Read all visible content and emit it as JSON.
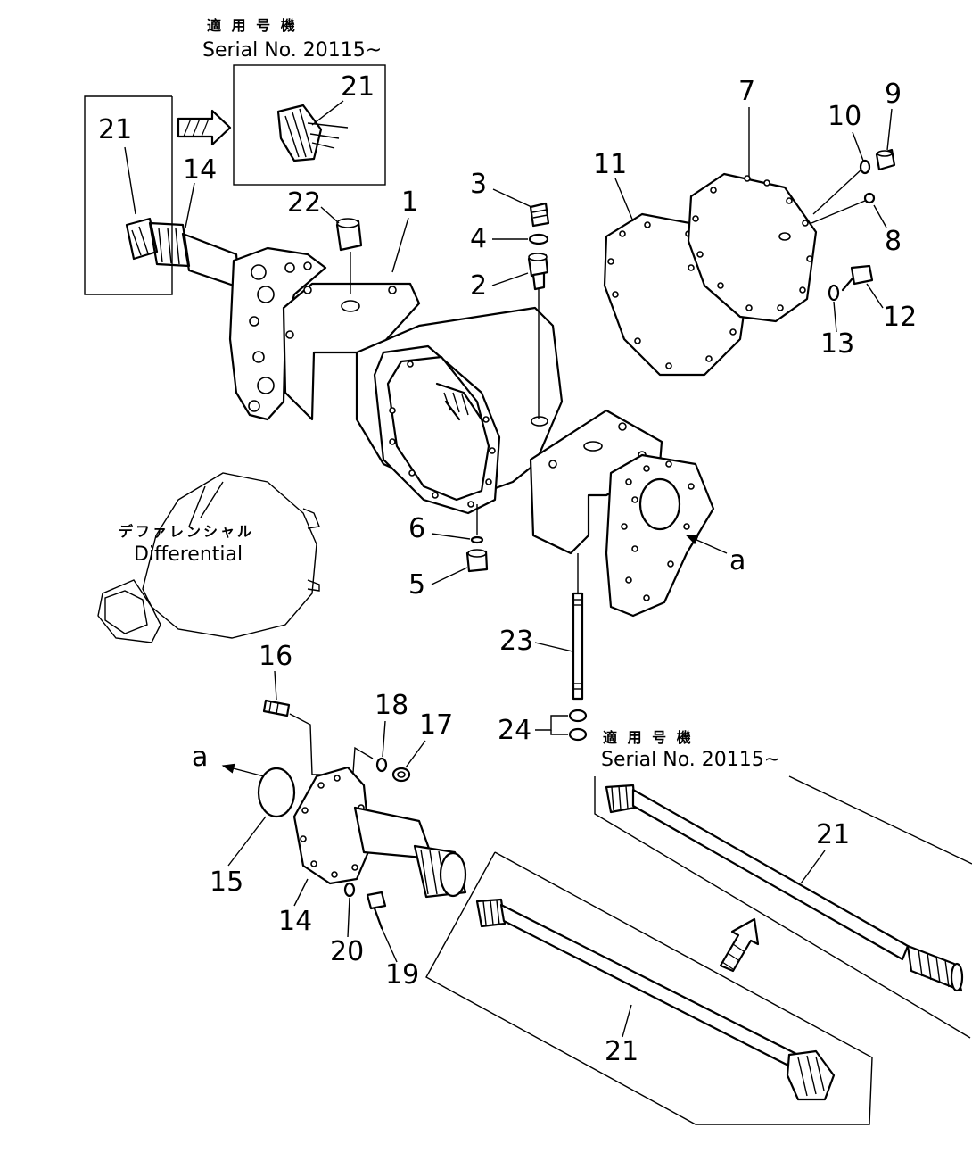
{
  "notes": {
    "top_jp": "適 用 号 機",
    "top_serial": "Serial No. 20115~",
    "bottom_jp": "適 用 号 機",
    "bottom_serial": "Serial No. 20115~",
    "differential_jp": "デファレンシャル",
    "differential_en": "Differential"
  },
  "labels": {
    "p1": "1",
    "p2": "2",
    "p3": "3",
    "p4": "4",
    "p5": "5",
    "p6": "6",
    "p7": "7",
    "p8": "8",
    "p9": "9",
    "p10": "10",
    "p11": "11",
    "p12": "12",
    "p13": "13",
    "p14_top": "14",
    "p14_bottom": "14",
    "p15": "15",
    "p16": "16",
    "p17": "17",
    "p18": "18",
    "p19": "19",
    "p20": "20",
    "p21_box_left": "21",
    "p21_box_top": "21",
    "p21_shaft_right": "21",
    "p21_shaft_bottom": "21",
    "p22": "22",
    "p23": "23",
    "p24": "24",
    "a_right": "a",
    "a_left": "a"
  }
}
